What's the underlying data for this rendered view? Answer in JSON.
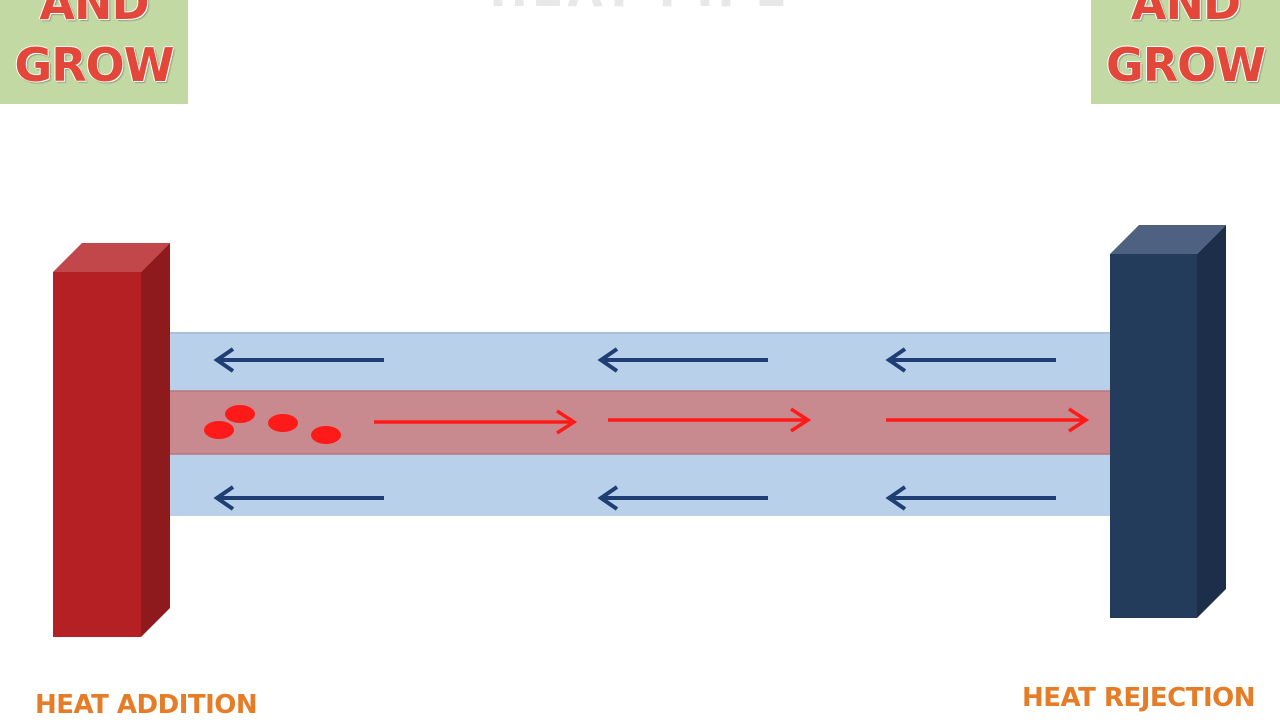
{
  "logos": {
    "left": {
      "line1": "AND",
      "line2": "GROW"
    },
    "right": {
      "line1": "AND",
      "line2": "GROW"
    }
  },
  "title": "HEAT PIPE",
  "labels": {
    "heat_addition": "HEAT ADDITION",
    "heat_rejection": "HEAT REJECTION"
  },
  "colors": {
    "hot_block": "#b52025",
    "cold_block": "#243c5c",
    "liquid_layer": "#b9d0eb",
    "vapor_core": "#c98a8f",
    "liquid_arrow": "#1f3f74",
    "vapor_arrow": "#ff1a1a",
    "label_text": "#e57d28",
    "logo_bg": "#c3d9a3"
  },
  "flows": {
    "liquid_return": {
      "direction": "right-to-left",
      "arrow_count": 6
    },
    "vapor_flow": {
      "direction": "left-to-right",
      "arrow_count": 3
    },
    "vapor_bubbles": 4
  }
}
